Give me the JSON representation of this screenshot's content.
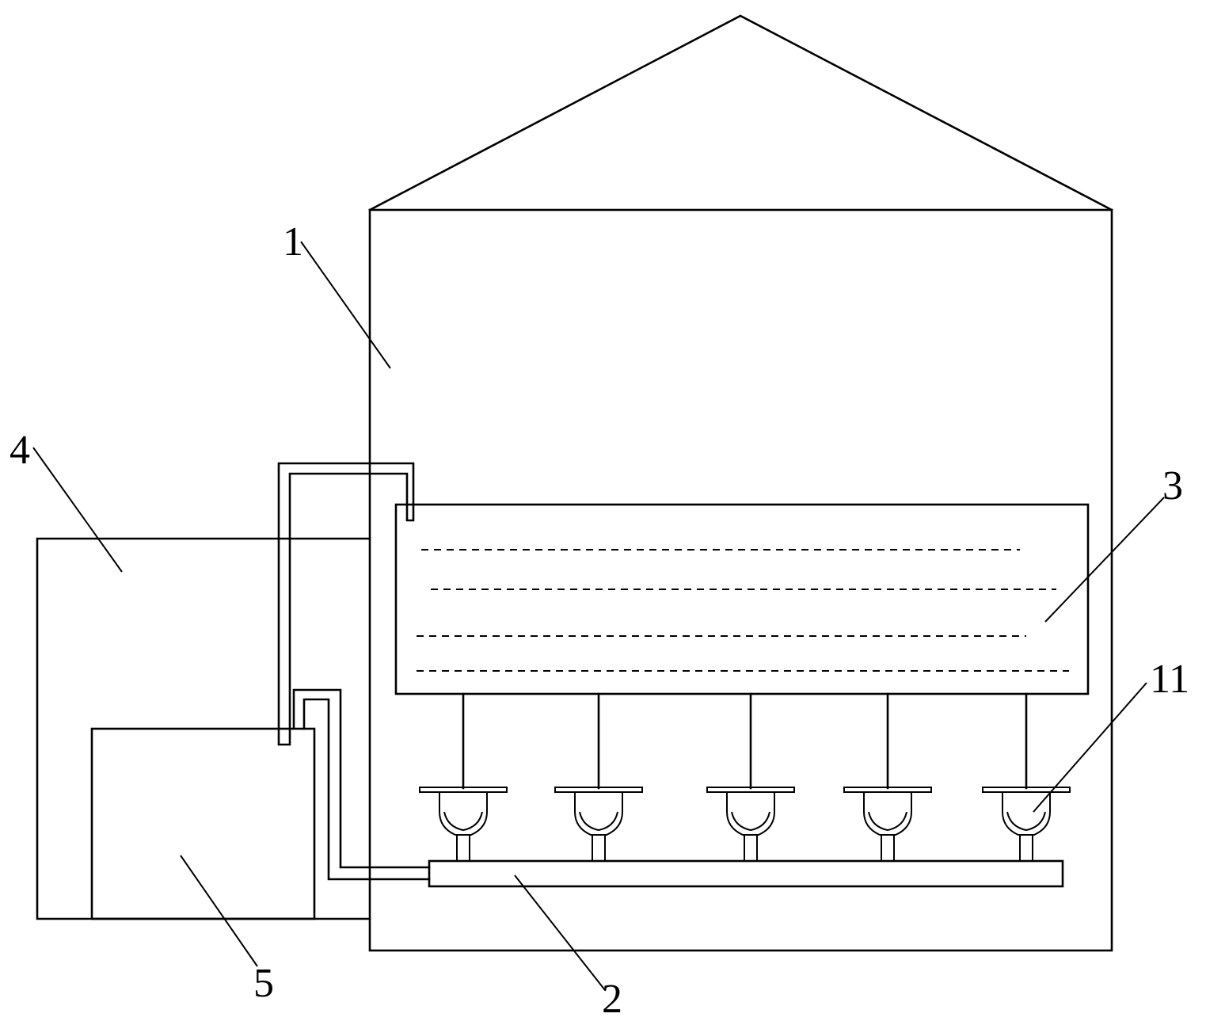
{
  "labels": {
    "house": "1",
    "distribution_pipe": "2",
    "water_tank": "3",
    "side_chamber": "4",
    "pump_box": "5",
    "sprinkler_head": "11"
  },
  "sprinkler_count": 5
}
